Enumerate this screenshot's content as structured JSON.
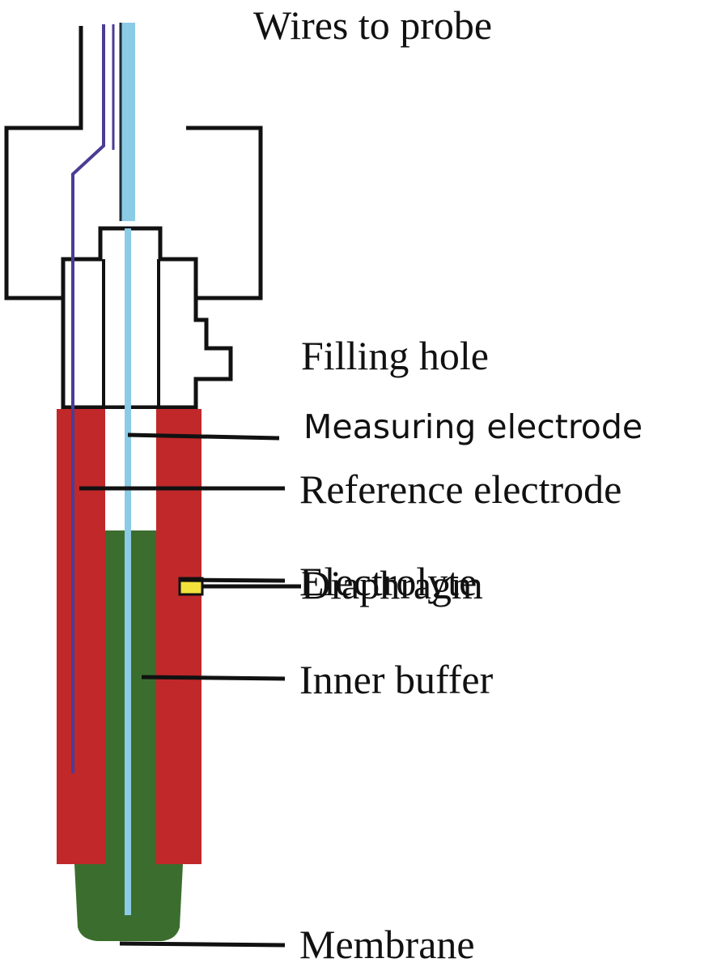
{
  "labels": {
    "wires_to_probe": "Wires to probe",
    "filling_hole": "Filling hole",
    "measuring_electrode": "Measuring electrode",
    "reference_electrode": "Reference electrode",
    "electrolyte": "Electrolyte",
    "inner_buffer": "Inner buffer",
    "diaphragm": "Diaphragm",
    "membrane": "Membrane"
  },
  "colors": {
    "outline": "#111111",
    "electrolyte_red": "#c0282a",
    "inner_buffer_green": "#3b6e2e",
    "measuring_wire_blue": "#8ccbe6",
    "reference_wire_purple": "#4b3c96",
    "diaphragm_yellow": "#f2e23c",
    "background": "#ffffff"
  }
}
